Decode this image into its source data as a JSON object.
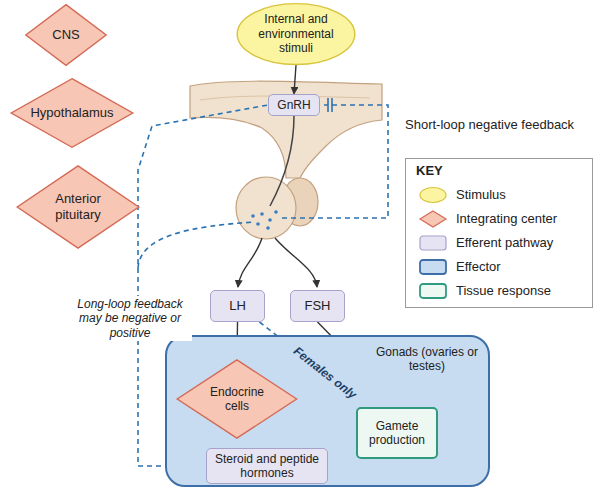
{
  "diagram": {
    "nodes": [
      {
        "text": [
          "CNS"
        ]
      },
      {
        "text": [
          "Hypothalamus"
        ]
      },
      {
        "text": [
          "Anterior pituitary"
        ]
      },
      {
        "text": [
          "Internal and environmental stimuli"
        ]
      },
      {
        "text": [
          "GnRH"
        ]
      },
      {
        "text": [
          "LH"
        ]
      },
      {
        "text": [
          "FSH"
        ]
      },
      {
        "text": [
          "Gonads (ovaries or testes)"
        ]
      },
      {
        "text": [
          "Endocrine cells"
        ],
        "in": 7
      },
      {
        "text": [
          "Steroid and peptide hormones"
        ],
        "in": 7
      },
      {
        "text": [
          "Gamete production"
        ],
        "in": 7
      }
    ],
    "edges": [
      {
        "from": 3,
        "to": 4,
        "arrow": "to"
      },
      {
        "from": 5,
        "to": 8,
        "arrow": "to"
      },
      {
        "from": 8,
        "to": 9,
        "arrow": "to"
      },
      {
        "from": 6,
        "to": 10,
        "arrow": "to"
      },
      {
        "from": 5,
        "to": 10,
        "label": "Females only",
        "arrow": "to"
      },
      {
        "from": 9,
        "to": 10,
        "arrow": "to"
      },
      {
        "from": 9,
        "to": 4,
        "arrow": "none"
      }
    ],
    "labels": [
      "Short-loop negative feedback",
      "Long-loop feedback may be negative or positive",
      "KEY"
    ],
    "legend": [
      {
        "text": "Stimulus",
        "color": "#fbf5a2"
      },
      {
        "text": "Integrating center",
        "color": "#f7c6b5"
      },
      {
        "text": "Efferent pathway",
        "color": "#e6e4f3"
      },
      {
        "text": "Effector",
        "color": "#c7dcf1"
      },
      {
        "text": "Tissue response",
        "color": "#eef8f3"
      }
    ]
  }
}
